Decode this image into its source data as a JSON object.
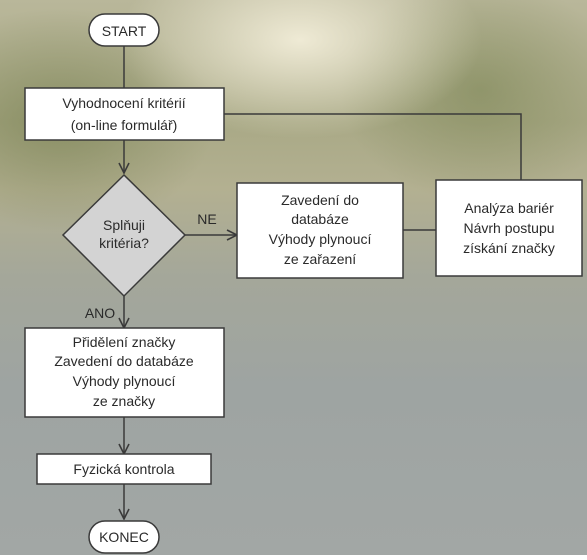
{
  "flow": {
    "start": "START",
    "evaluate": [
      "Vyhodnocení kritérií",
      "(on-line formulář)"
    ],
    "decision": [
      "Splňuji",
      "kritéria?"
    ],
    "no_label": "NE",
    "yes_label": "ANO",
    "register": [
      "Zavedení do",
      "databáze",
      "Výhody plynoucí",
      "ze zařazení"
    ],
    "analysis": [
      "Analýza bariér",
      "Návrh postupu",
      "získání značky"
    ],
    "assign": [
      "Přidělení značky",
      "Zavedení do databáze",
      "Výhody plynoucí",
      "ze značky"
    ],
    "inspection": "Fyzická kontrola",
    "end": "KONEC"
  },
  "colors": {
    "box_fill": "#ffffff",
    "line": "#3a3a3a",
    "diamond_fill": "#d3d3d3",
    "text": "#2a2a2a"
  }
}
